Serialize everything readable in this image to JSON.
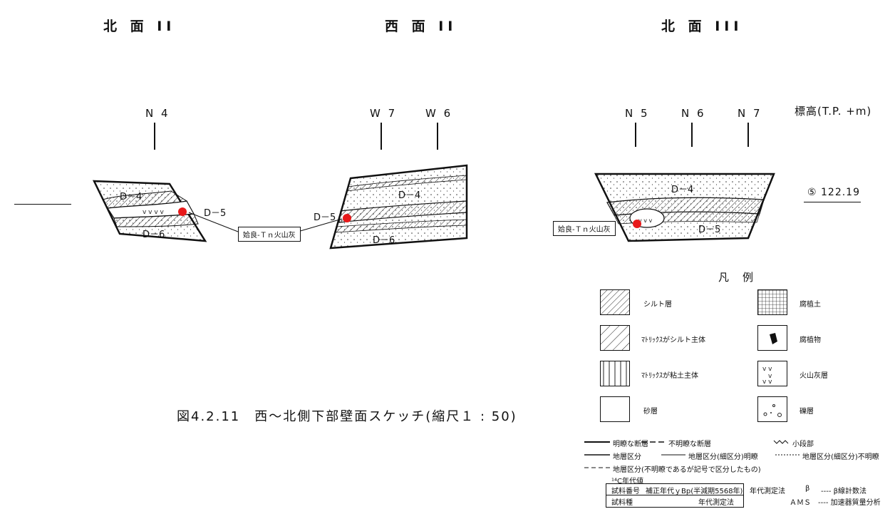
{
  "titles": {
    "north2": "北 面 II",
    "west2": "西 面 II",
    "north3": "北 面 III"
  },
  "stations": {
    "n4": "N 4",
    "w7": "W 7",
    "w6": "W 6",
    "n5": "N 5",
    "n6": "N 6",
    "n7": "N 7"
  },
  "elevation": {
    "header": "標高(T.P. +m)",
    "value": "⑤ 122.19"
  },
  "layers": {
    "d4": "D－4",
    "d5": "D－5",
    "d6": "D－6"
  },
  "tephra_label": "姶良-Ｔｎ火山灰",
  "caption": "図4.2.11　西～北側下部壁面スケッチ(縮尺１ : 50)",
  "legend": {
    "title": "凡　例",
    "items": {
      "silt": "シルト層",
      "silt_matrix": "ﾏﾄﾘｯｸｽがシルト主体",
      "clay_matrix": "ﾏﾄﾘｯｸｽが粘土主体",
      "sand": "砂層",
      "humus": "腐植土",
      "humus_material": "腐植物",
      "ash": "火山灰層",
      "gravel": "礫層"
    },
    "lines": {
      "clear_fault": "明瞭な断層",
      "unclear_fault": "不明瞭な断層",
      "small_step": "小段部",
      "boundary": "地層区分",
      "sub_clear": "地層区分(細区分)明瞭",
      "sub_unclear": "地層区分(細区分)不明瞭",
      "unclear_symbol": "地層区分(不明瞭であるが記号で区分したもの)"
    },
    "dating": {
      "c14_title": "¹⁴C年代値",
      "sample_no": "試料番号",
      "corrected_age": "補正年代ｙBp(半減期5568年)",
      "sample_type": "試料種",
      "method_label": "年代測定法",
      "method_row": "年代測定法",
      "beta_symbol": "β",
      "beta_desc": "---- β線計数法",
      "ams_symbol": "ＡＭＳ",
      "ams_desc": "---- 加速器質量分析"
    }
  },
  "colors": {
    "sample_marker": "#e8191a",
    "line": "#111111"
  }
}
